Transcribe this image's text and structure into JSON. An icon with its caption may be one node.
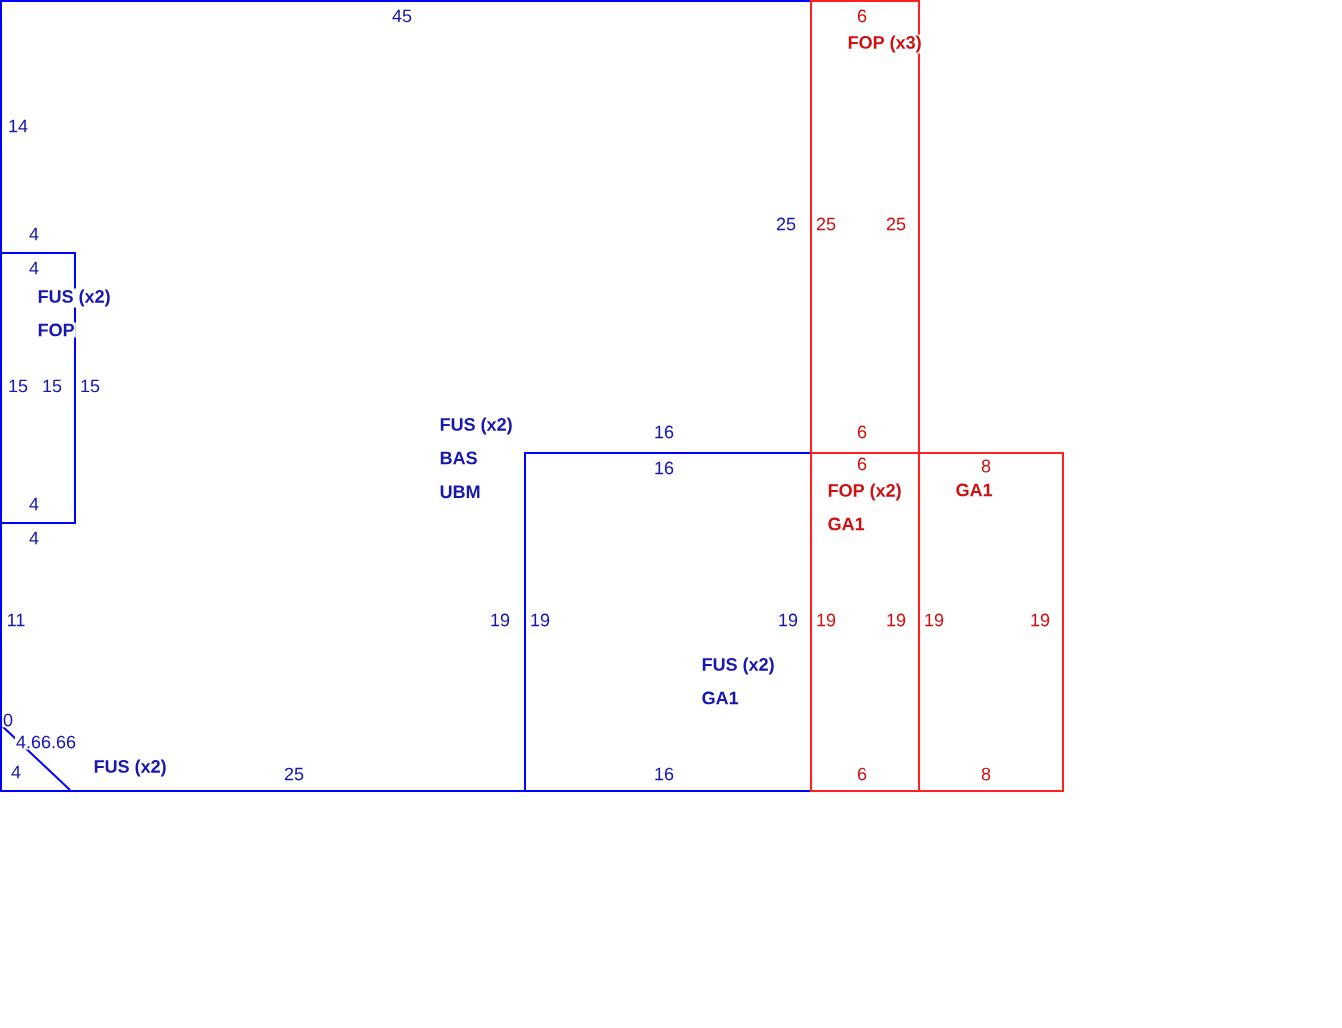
{
  "diagram": {
    "nodes": [
      {
        "text": [
          "FUS (x2)",
          "BAS",
          "UBM"
        ]
      },
      {
        "text": [
          "FUS (x2)",
          "FOP"
        ],
        "in": 0
      },
      {
        "text": [
          "FUS (x2)",
          "GA1"
        ],
        "in": 0
      },
      {
        "text": [
          "FUS (x2)"
        ],
        "in": 0
      },
      {
        "text": [
          "FOP (x3)"
        ]
      },
      {
        "text": [
          "FOP (x2)",
          "GA1"
        ],
        "in": 4
      },
      {
        "text": [
          "GA1"
        ]
      }
    ],
    "labels": [
      "45",
      "6",
      "14",
      "4",
      "25",
      "25",
      "25",
      "4",
      "15",
      "15",
      "15",
      "16",
      "6",
      "16",
      "6",
      "8",
      "4",
      "4",
      "11",
      "19",
      "19",
      "19",
      "19",
      "19",
      "19",
      "19",
      "0",
      "4.66.66",
      "4",
      "25",
      "16",
      "6",
      "8"
    ]
  }
}
